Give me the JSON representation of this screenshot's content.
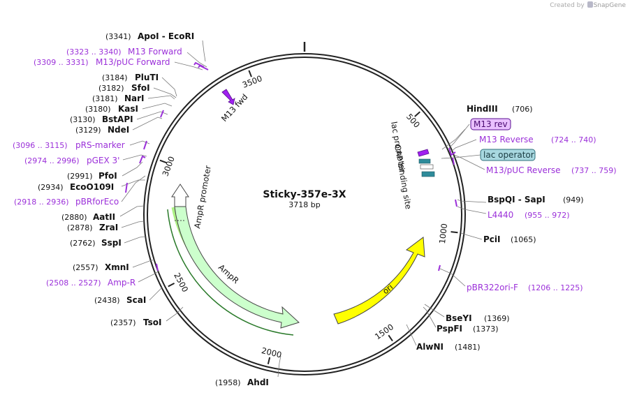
{
  "credit": {
    "created_by": "Created by",
    "brand": "SnapGene"
  },
  "plasmid": {
    "name": "Sticky-357e-3X",
    "size": "3718 bp"
  },
  "ticks": [
    {
      "pos": 500,
      "label": "500"
    },
    {
      "pos": 1000,
      "label": "1000"
    },
    {
      "pos": 1500,
      "label": "1500"
    },
    {
      "pos": 2000,
      "label": "2000"
    },
    {
      "pos": 2500,
      "label": "2500"
    },
    {
      "pos": 3000,
      "label": "3000"
    },
    {
      "pos": 3500,
      "label": "3500"
    }
  ],
  "sites_right": [
    {
      "name": "HindIII",
      "pos": "(706)"
    },
    {
      "name": "BspQI  -  SapI",
      "pos": "(949)"
    },
    {
      "name": "PciI",
      "pos": "(1065)"
    },
    {
      "name": "BseYI",
      "pos": "(1369)"
    },
    {
      "name": "PspFI",
      "pos": "(1373)"
    },
    {
      "name": "AlwNI",
      "pos": "(1481)"
    }
  ],
  "sites_left": [
    {
      "name": "ApoI  -  EcoRI",
      "pos": "(3341)"
    },
    {
      "name": "PluTI",
      "pos": "(3184)"
    },
    {
      "name": "SfoI",
      "pos": "(3182)"
    },
    {
      "name": "NarI",
      "pos": "(3181)"
    },
    {
      "name": "KasI",
      "pos": "(3180)"
    },
    {
      "name": "BstAPI",
      "pos": "(3130)"
    },
    {
      "name": "NdeI",
      "pos": "(3129)"
    },
    {
      "name": "PfoI",
      "pos": "(2991)"
    },
    {
      "name": "EcoO109I",
      "pos": "(2934)"
    },
    {
      "name": "AatII",
      "pos": "(2880)"
    },
    {
      "name": "ZraI",
      "pos": "(2878)"
    },
    {
      "name": "SspI",
      "pos": "(2762)"
    },
    {
      "name": "XmnI",
      "pos": "(2557)"
    },
    {
      "name": "ScaI",
      "pos": "(2438)"
    },
    {
      "name": "TsoI",
      "pos": "(2357)"
    },
    {
      "name": "AhdI",
      "pos": "(1958)"
    }
  ],
  "primers_right": [
    {
      "name": "M13 rev",
      "pos": ""
    },
    {
      "name": "M13 Reverse",
      "pos": "(724 .. 740)"
    },
    {
      "name": "lac operator",
      "pos": ""
    },
    {
      "name": "M13/pUC Reverse",
      "pos": "(737 .. 759)"
    },
    {
      "name": "L4440",
      "pos": "(955 .. 972)"
    },
    {
      "name": "pBR322ori-F",
      "pos": "(1206 .. 1225)"
    }
  ],
  "primers_left": [
    {
      "name": "M13 Forward",
      "pos": "(3323 .. 3340)"
    },
    {
      "name": "M13/pUC Forward",
      "pos": "(3309 .. 3331)"
    },
    {
      "name": "pRS-marker",
      "pos": "(3096 .. 3115)"
    },
    {
      "name": "pGEX 3'",
      "pos": "(2974 .. 2996)"
    },
    {
      "name": "pBRforEco",
      "pos": "(2918 .. 2936)"
    },
    {
      "name": "Amp-R",
      "pos": "(2508 .. 2527)"
    }
  ],
  "features": [
    {
      "name": "M13 fwd",
      "color": "#a020f0"
    },
    {
      "name": "lac promoter",
      "color": "#ffffff"
    },
    {
      "name": "CAP binding site",
      "color": "#2e8b9a"
    },
    {
      "name": "AmpR promoter",
      "color": "#ffffff"
    },
    {
      "name": "AmpR",
      "color": "#ccffcc"
    },
    {
      "name": "ori",
      "color": "#ffff00"
    }
  ],
  "colors": {
    "backbone": "#222222",
    "primer": "#9b30d9",
    "ori": "#ffff00",
    "ampr": "#ccffcc",
    "highlight": "#99ee66",
    "lac_operator": "#a8d8e0",
    "m13_rev": "#e9c0ff"
  }
}
